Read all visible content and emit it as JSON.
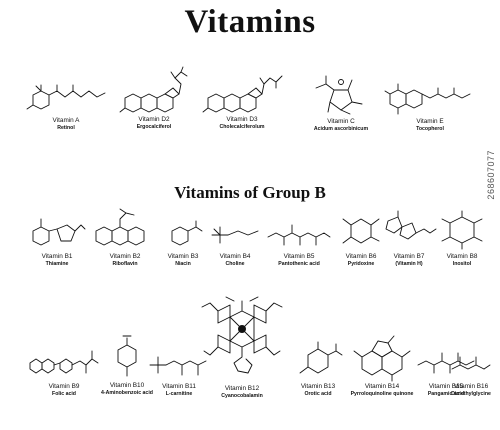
{
  "title": "Vitamins",
  "group_b_title": "Vitamins of Group B",
  "vertical_id": "268607077",
  "row1": [
    {
      "name": "Vitamin A",
      "sub": "Retinol"
    },
    {
      "name": "Vitamin D2",
      "sub": "Ergocalciferol"
    },
    {
      "name": "Vitamin D3",
      "sub": "Cholecalciferolum"
    },
    {
      "name": "Vitamin C",
      "sub": "Acidum ascorbinicum"
    },
    {
      "name": "Vitamin E",
      "sub": "Tocopherol"
    }
  ],
  "row2": [
    {
      "name": "Vitamin B1",
      "sub": "Thiamine"
    },
    {
      "name": "Vitamin B2",
      "sub": "Riboflavin"
    },
    {
      "name": "Vitamin B3",
      "sub": "Niacin"
    },
    {
      "name": "Vitamin B4",
      "sub": "Choline"
    },
    {
      "name": "Vitamin B5",
      "sub": "Pantothenic acid"
    },
    {
      "name": "Vitamin B6",
      "sub": "Pyridoxine"
    },
    {
      "name": "Vitamin B7",
      "sub": "(Vitamin H)"
    },
    {
      "name": "Vitamin B8",
      "sub": "Inositol"
    }
  ],
  "row3": [
    {
      "name": "Vitamin B9",
      "sub": "Folic acid"
    },
    {
      "name": "Vitamin B10",
      "sub": "4-Aminobenzoic acid"
    },
    {
      "name": "Vitamin B11",
      "sub": "L-carnitine"
    },
    {
      "name": "Vitamin B12",
      "sub": "Cyanocobalamin"
    },
    {
      "name": "Vitamin B13",
      "sub": "Orotic acid"
    },
    {
      "name": "Vitamin B14",
      "sub": "Pyrroloquinoline quinone"
    },
    {
      "name": "Vitamin B15",
      "sub": "Pangamic acid"
    },
    {
      "name": "Vitamin B16",
      "sub": "Dimethylglycine"
    }
  ]
}
